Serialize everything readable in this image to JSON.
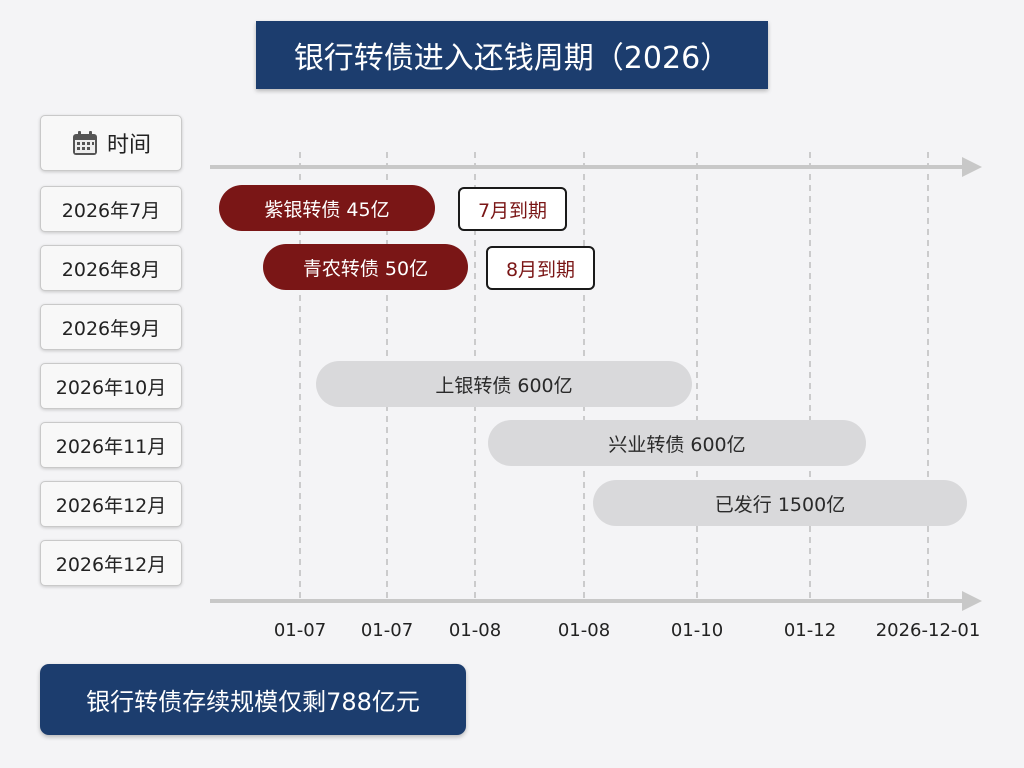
{
  "title": "银行转债进入还钱周期（2026）",
  "header_label": "时间",
  "header_icon": "calendar-icon",
  "rows": [
    "2026年7月",
    "2026年8月",
    "2026年9月",
    "2026年10月",
    "2026年11月",
    "2026年12月",
    "2026年12月"
  ],
  "bars": [
    {
      "label": "紫银转债 45亿",
      "style": "red"
    },
    {
      "label": "青农转债 50亿",
      "style": "red"
    },
    {
      "label": "上银转债 600亿",
      "style": "gray"
    },
    {
      "label": "兴业转债 600亿",
      "style": "gray"
    },
    {
      "label": "已发行 1500亿",
      "style": "gray"
    }
  ],
  "tags": [
    "7月到期",
    "8月到期"
  ],
  "ticks": [
    "01-07",
    "01-07",
    "01-08",
    "01-08",
    "01-10",
    "01-12",
    "2026-12-01"
  ],
  "footer": "银行转债存续规模仅剩788亿元",
  "colors": {
    "navy": "#1c3d6e",
    "maroon": "#7a1616",
    "gray_bar": "#d9d9db"
  }
}
